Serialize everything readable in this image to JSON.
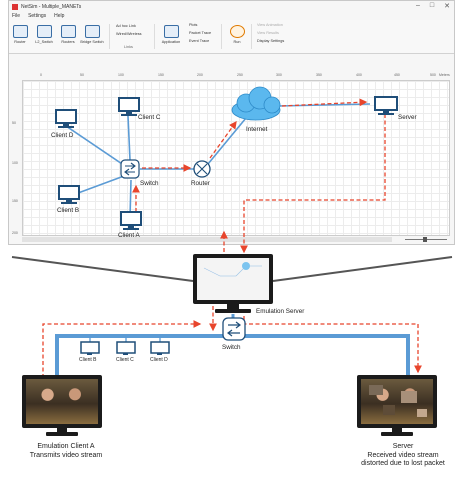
{
  "app": {
    "title": "NetSim - Multiple_MANETs",
    "menu": [
      "File",
      "Settings",
      "Help"
    ],
    "ribbon": {
      "buttons": [
        "Router",
        "L2_Switch",
        "Routers",
        "Bridge Switch",
        "Application",
        "Run"
      ],
      "links": [
        "Ad hoc Link",
        "Wired/Wireless"
      ],
      "links_group": "Links",
      "app_items": [
        "Plots",
        "Packet Trace",
        "Event Trace"
      ],
      "view_items": [
        "View Animation",
        "View Results",
        "Display Settings"
      ]
    },
    "ruler_ticks": [
      "0",
      "50",
      "100",
      "150",
      "200",
      "250",
      "300",
      "350",
      "400",
      "450",
      "500"
    ],
    "ruler_unit": "Meters",
    "vruler_ticks": [
      "50",
      "100",
      "150",
      "200"
    ],
    "window_buttons": [
      "–",
      "□",
      "✕"
    ]
  },
  "topology": {
    "client_d": "Client D",
    "client_c": "Client C",
    "client_b": "Client B",
    "client_a": "Client A",
    "switch": "Switch",
    "router": "Router",
    "internet": "Internet",
    "server": "Server"
  },
  "bottom": {
    "emulation_server": "Emulation Server",
    "switch": "Switch",
    "client_b": "Client B",
    "client_c": "Client C",
    "client_d": "Client D",
    "client_a_line1": "Emulation Client  A",
    "client_a_line2": "Transmits video stream",
    "server_line1": "Server",
    "server_line2": "Received video stream",
    "server_line3": "distorted due to lost packet"
  },
  "colors": {
    "link": "#5b9bd5",
    "flow": "#e8452c",
    "cloud": "#5bb8ee",
    "device": "#1f4e79",
    "zoom_funnel": "#555555"
  }
}
